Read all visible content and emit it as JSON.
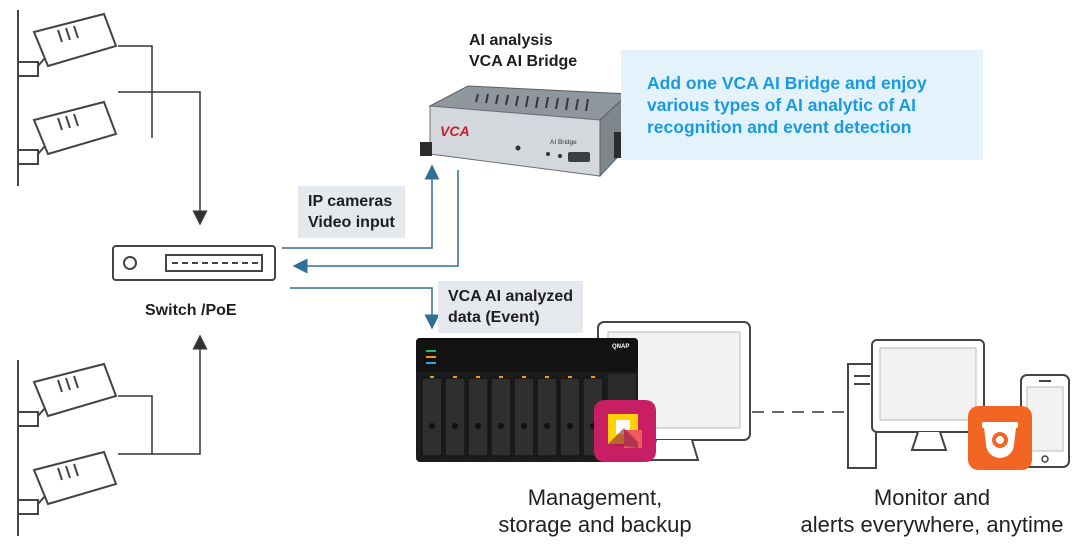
{
  "bridge": {
    "title_line1": "AI analysis",
    "title_line2": "VCA AI Bridge",
    "brand": "VCA",
    "model_label": "AI Bridge"
  },
  "callout": {
    "line1": "Add one VCA AI Bridge and enjoy",
    "line2": "various types of AI analytic of AI",
    "line3": "recognition and event detection"
  },
  "flows": {
    "ip_cameras_line1": "IP cameras",
    "ip_cameras_line2": "Video input",
    "analyzed_line1": "VCA AI analyzed",
    "analyzed_line2": "data (Event)"
  },
  "switch": {
    "label": "Switch /PoE"
  },
  "nas": {
    "brand": "QNAP"
  },
  "captions": {
    "management_line1": "Management,",
    "management_line2": "storage and backup",
    "monitor_line1": "Monitor and",
    "monitor_line2": "alerts everywhere, anytime"
  },
  "colors": {
    "flow_blue": "#2f6f98",
    "arrow_dark": "#333333",
    "callout_text": "#1a9ae0",
    "callout_bg": "#e3f2fb",
    "label_bg": "#e5e8ec",
    "qvr_app": "#c81e63",
    "surveillance_app": "#f26522"
  }
}
